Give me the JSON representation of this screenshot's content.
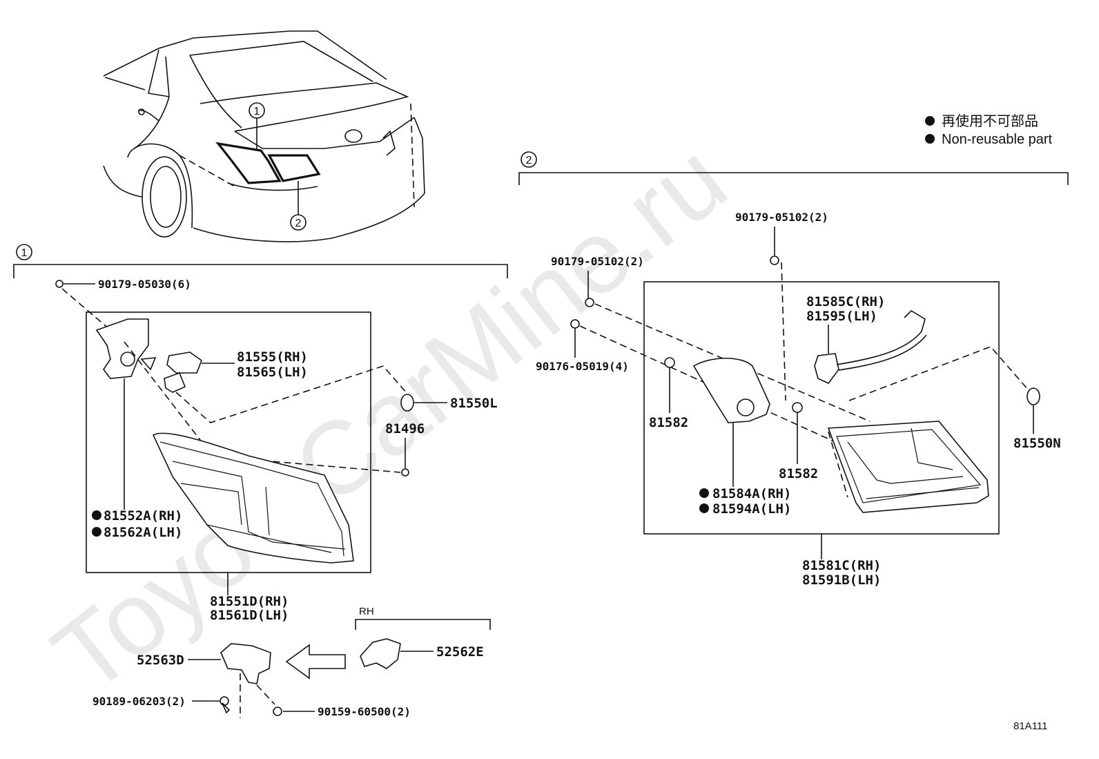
{
  "watermark": "ToyotaCarMine.ru",
  "legend": {
    "jp": "再使用不可部品",
    "en": "Non-reusable part"
  },
  "group_markers": {
    "one": "1",
    "two": "2"
  },
  "callouts": {
    "car_1": "1",
    "car_2": "2"
  },
  "parts": {
    "p90179_05030": "90179-05030(6)",
    "p81555": "81555(RH)",
    "p81565": "81565(LH)",
    "p81550L": "81550L",
    "p81496": "81496",
    "p81552A": "81552A(RH)",
    "p81562A": "81562A(LH)",
    "p81551D": "81551D(RH)",
    "p81561D": "81561D(LH)",
    "rh_label": "RH",
    "p52563D": "52563D",
    "p52562E": "52562E",
    "p90189": "90189-06203(2)",
    "p90159": "90159-60500(2)",
    "p90179_05102_top": "90179-05102(2)",
    "p90179_05102_left": "90179-05102(2)",
    "p90176": "90176-05019(4)",
    "p81585C": "81585C(RH)",
    "p81595": "81595(LH)",
    "p81582_a": "81582",
    "p81582_b": "81582",
    "p81584A": "81584A(RH)",
    "p81594A": "81594A(LH)",
    "p81550N": "81550N",
    "p81581C": "81581C(RH)",
    "p81591B": "81591B(LH)"
  },
  "figure_code": "81A111"
}
